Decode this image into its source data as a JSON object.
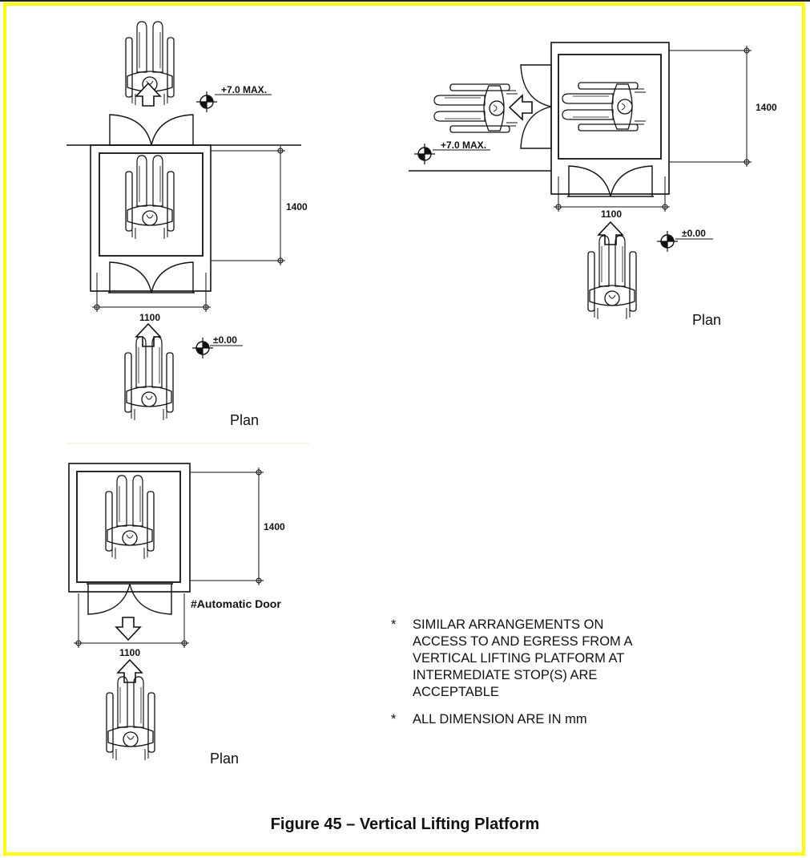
{
  "figure": {
    "caption": "Figure 45 – Vertical Lifting Platform"
  },
  "diagram_a": {
    "level_upper": "+7.0 MAX.",
    "level_lower": "±0.00",
    "depth": "1400",
    "width": "1100",
    "plan_label": "Plan"
  },
  "diagram_b": {
    "level_upper": "+7.0 MAX.",
    "level_lower": "±0.00",
    "depth": "1400",
    "width": "1100",
    "plan_label": "Plan"
  },
  "diagram_c": {
    "door_label": "#Automatic Door",
    "depth": "1400",
    "width": "1100",
    "plan_label": "Plan"
  },
  "notes": [
    {
      "bullet": "*",
      "text": "SIMILAR ARRANGEMENTS ON ACCESS TO AND EGRESS FROM A VERTICAL LIFTING PLATFORM AT INTERMEDIATE STOP(S) ARE ACCEPTABLE"
    },
    {
      "bullet": "*",
      "text": "ALL DIMENSION ARE IN mm"
    }
  ],
  "colors": {
    "border": "#ffff00",
    "ink": "#111111"
  }
}
